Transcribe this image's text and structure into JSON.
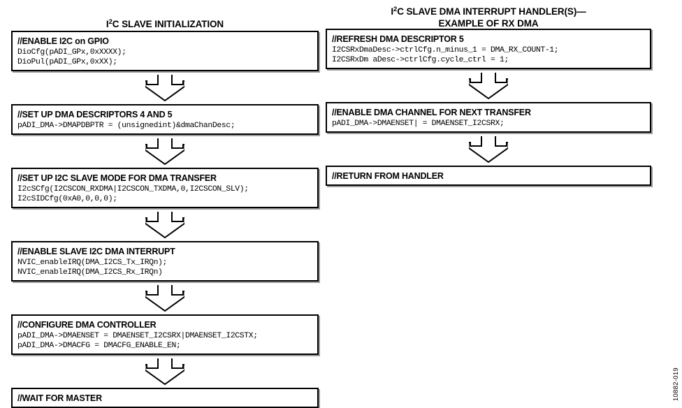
{
  "figure": {
    "id_label": "10882-019"
  },
  "columns": [
    {
      "key": "initialization",
      "title_line1_pre": "I",
      "title_line1_sup": "2",
      "title_line1_post": "C SLAVE INITIALIZATION",
      "title_line2": "",
      "boxes": [
        {
          "heading": "//ENABLE I2C on GPIO",
          "code": "DioCfg(pADI_GPx,0xXXXX);\nDioPul(pADI_GPx,0xXX);",
          "height": 58,
          "arrow_after": true,
          "gap_after": 16
        },
        {
          "heading": "//SET UP DMA DESCRIPTORS 4 AND 5",
          "code": "pADI_DMA->DMAPDBPTR = (unsignedint)&dmaChanDesc;",
          "height": 44,
          "arrow_after": true,
          "gap_after": 16
        },
        {
          "heading": "//SET UP I2C SLAVE MODE FOR DMA TRANSFER",
          "code": "I2cSCfg(I2CSCON_RXDMA|I2CSCON_TXDMA,0,I2CSCON_SLV);\nI2cSIDCfg(0xA0,0,0,0);",
          "height": 58,
          "arrow_after": true,
          "gap_after": 16
        },
        {
          "heading": "//ENABLE SLAVE I2C DMA INTERRUPT",
          "code": "NVIC_enableIRQ(DMA_I2CS_Tx_IRQn);\nNVIC_enableIRQ(DMA_I2CS_Rx_IRQn)",
          "height": 58,
          "arrow_after": true,
          "gap_after": 16
        },
        {
          "heading": "//CONFIGURE DMA CONTROLLER",
          "code": "pADI_DMA->DMAENSET = DMAENSET_I2CSRX|DMAENSET_I2CSTX;\npADI_DMA->DMACFG = DMACFG_ENABLE_EN;",
          "height": 58,
          "arrow_after": true,
          "gap_after": 16
        },
        {
          "heading": "//WAIT FOR MASTER",
          "code": "",
          "height": 29,
          "arrow_after": false,
          "gap_after": 0
        }
      ]
    },
    {
      "key": "interrupt-handler",
      "title_line1_pre": "I",
      "title_line1_sup": "2",
      "title_line1_post": "C SLAVE DMA INTERRUPT HANDLER(S)—",
      "title_line2": "EXAMPLE OF RX DMA",
      "boxes": [
        {
          "heading": "//REFRESH DMA DESCRIPTOR 5",
          "code": "I2CSRxDmaDesc->ctrlCfg.n_minus_1 = DMA_RX_COUNT-1;\nI2CSRxDm aDesc->ctrlCfg.cycle_ctrl = 1;",
          "height": 58,
          "arrow_after": true,
          "gap_after": 16
        },
        {
          "heading": "//ENABLE DMA CHANNEL FOR NEXT TRANSFER",
          "code": "pADI_DMA->DMAENSET| = DMAENSET_I2CSRX;",
          "height": 44,
          "arrow_after": true,
          "gap_after": 16
        },
        {
          "heading": "//RETURN FROM HANDLER",
          "code": "",
          "height": 29,
          "arrow_after": false,
          "gap_after": 0
        }
      ]
    }
  ]
}
